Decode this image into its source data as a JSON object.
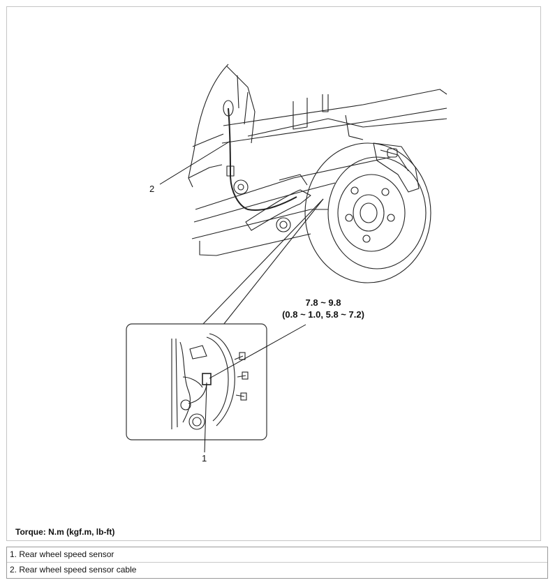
{
  "figure": {
    "callouts": {
      "sensor_number": "1",
      "cable_number": "2"
    },
    "torque_spec": {
      "line1": "7.8 ~ 9.8",
      "line2": "(0.8 ~ 1.0, 5.8 ~ 7.2)"
    },
    "torque_note": "Torque: N.m (kgf.m, lb-ft)"
  },
  "legend": {
    "items": [
      {
        "label": "1. Rear wheel speed sensor"
      },
      {
        "label": "2. Rear wheel speed sensor cable"
      }
    ]
  }
}
